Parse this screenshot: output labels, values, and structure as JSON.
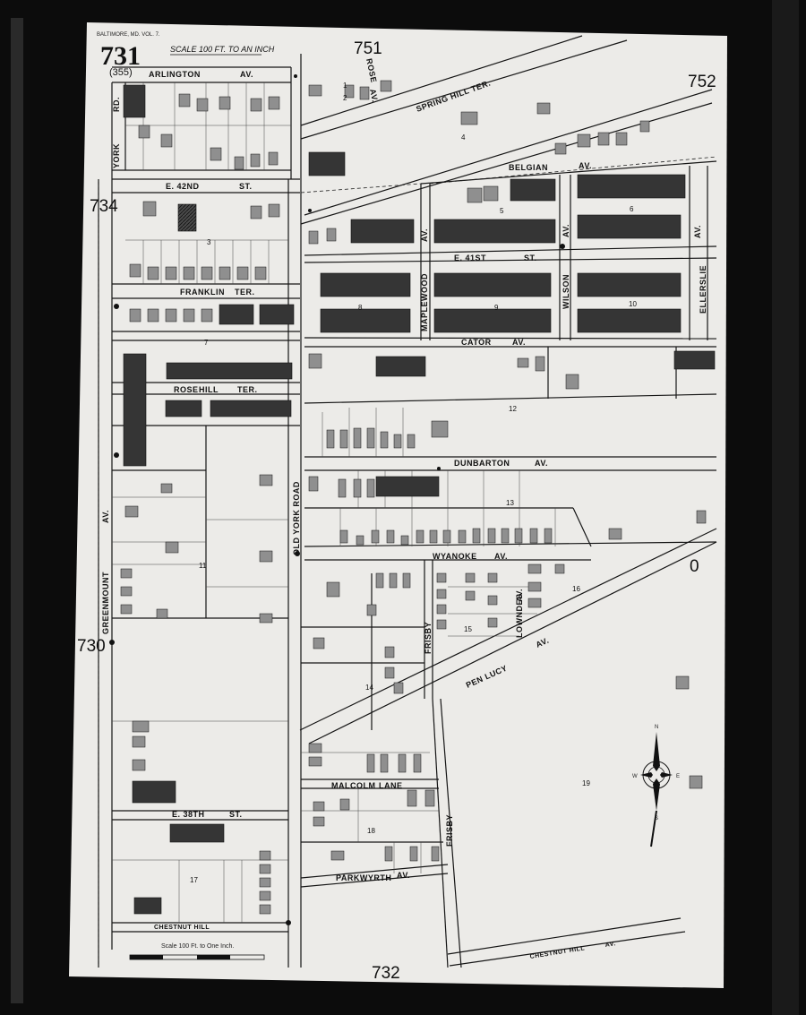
{
  "header": {
    "city": "BALTIMORE, MD. VOL. 7.",
    "sheet_number": "731",
    "old_sheet_number": "(355)",
    "scale_text": "SCALE 100 FT. TO AN INCH"
  },
  "adjacent_sheets": {
    "top_center": "751",
    "top_right": "752",
    "left_upper": "734",
    "left_lower": "730",
    "bottom": "732",
    "right": "0"
  },
  "streets": {
    "arlington": "ARLINGTON",
    "av_arlington": "AV.",
    "york": "YORK",
    "rd_york": "RD.",
    "rose": "ROSE",
    "av_rose": "AV.",
    "spring_hill": "SPRING HILL TER.",
    "belgian": "BELGIAN",
    "av_belgian": "AV.",
    "e42_a": "E. 42ND",
    "e42_b": "ST.",
    "maplewood": "MAPLEWOOD",
    "av_maplewood": "AV.",
    "e41_a": "E. 41ST",
    "e41_b": "ST.",
    "wilson": "WILSON",
    "av_wilson": "AV.",
    "ellerslie": "ELLERSLIE",
    "av_ellerslie": "AV.",
    "franklin": "FRANKLIN",
    "ter_franklin": "TER.",
    "cator": "CATOR",
    "av_cator": "AV.",
    "rose_hill": "ROSE",
    "hill": "HILL",
    "ter_rose_hill": "TER.",
    "dunbarton": "DUNBARTON",
    "av_dunbarton": "AV.",
    "old_york_road": "OLD YORK ROAD",
    "greenmount": "GREENMOUNT",
    "av_greenmount": "AV.",
    "wyanoke": "WYANOKE",
    "av_wyanoke": "AV.",
    "frisby": "FRISBY",
    "lowndes": "LOWNDES",
    "av_lowndes": "AV.",
    "pen_lucy": "PEN LUCY",
    "av_pen_lucy": "AV.",
    "malcolm": "MALCOLM",
    "lane_malcolm": "LANE",
    "e38_a": "E. 38TH",
    "e38_b": "ST.",
    "frisby_lower": "FRISBY",
    "parkwyrth": "PARKWYRTH",
    "av_parkwyrth": "AV.",
    "chestnut_hill": "CHESTNUT HILL",
    "chestnut_hill_av": "CHESTNUT HILL",
    "av_chestnut_hill": "AV."
  },
  "block_numbers": [
    "1",
    "2",
    "3",
    "4",
    "5",
    "6",
    "7",
    "8",
    "9",
    "10",
    "11",
    "12",
    "13",
    "14",
    "15",
    "16",
    "17",
    "18",
    "19"
  ],
  "footer": {
    "scale_text": "Scale 100 Ft. to One Inch."
  },
  "compass_letters": {
    "n": "N",
    "e": "E",
    "s": "S",
    "w": "W"
  },
  "colors": {
    "paper": "#ececea",
    "ink": "#141414",
    "dwelling_dark": "#3a3a3a",
    "dwelling_light": "#8e8e8e",
    "frame": "#0c0c0c"
  }
}
